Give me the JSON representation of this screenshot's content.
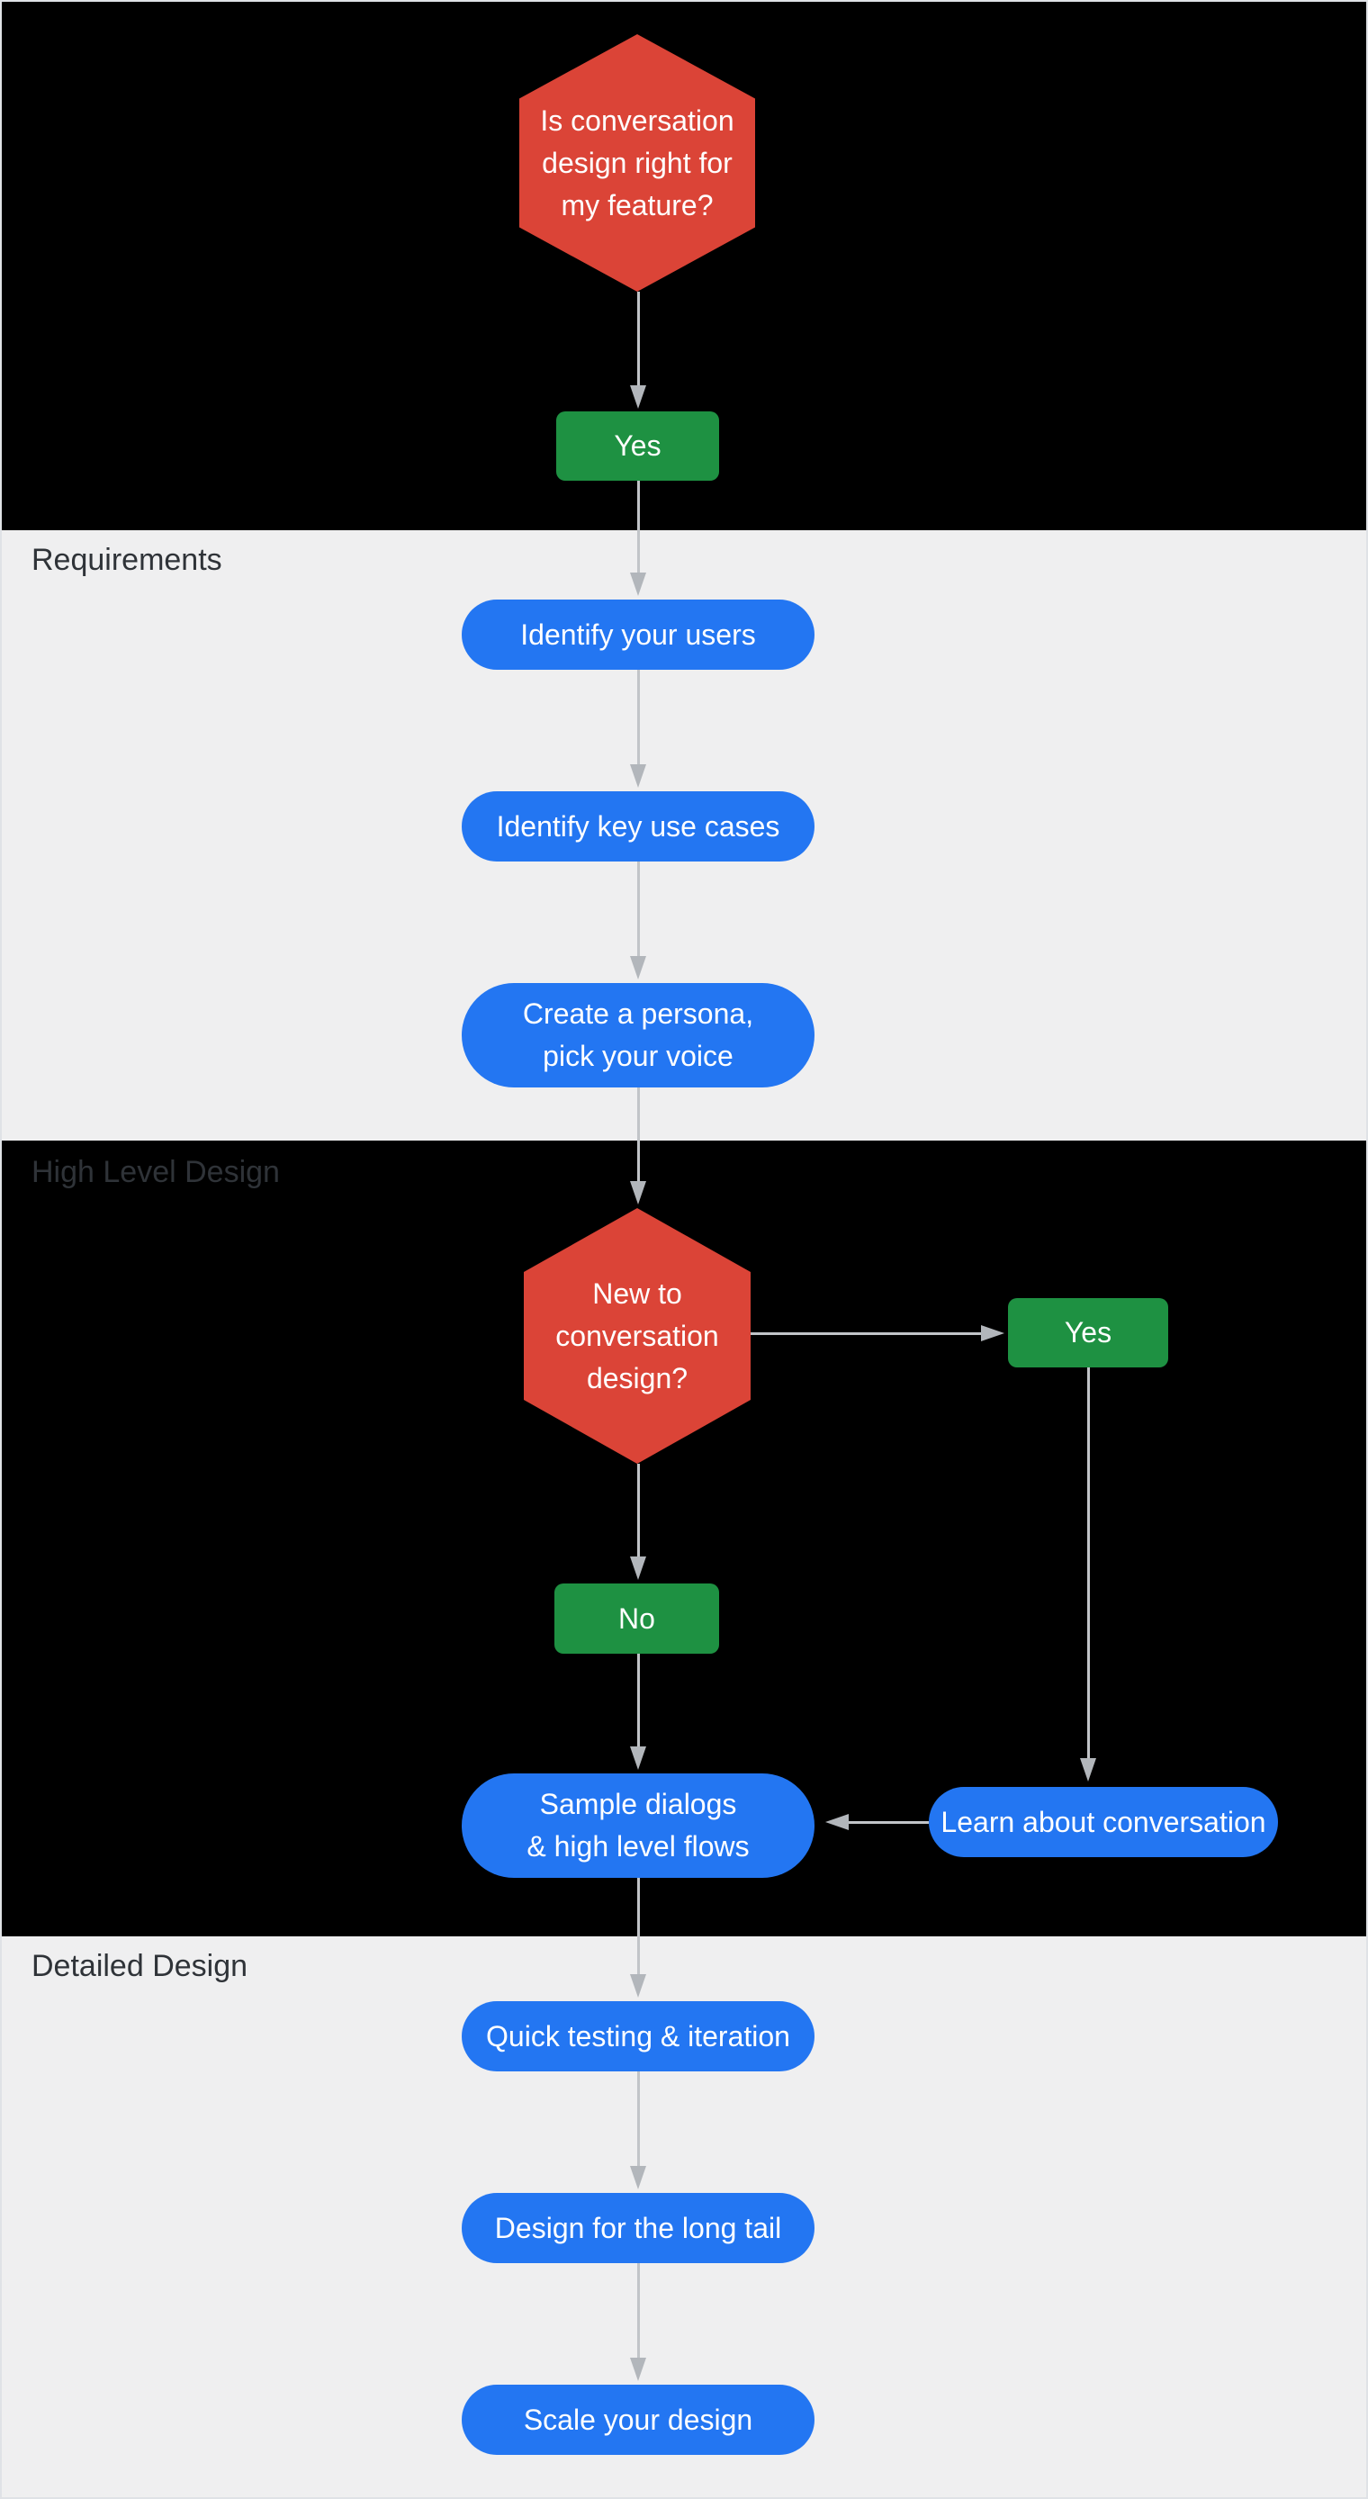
{
  "colors": {
    "red": "#db4437",
    "green": "#1e9142",
    "blue": "#2376f2",
    "light_bg": "#efeff0",
    "dark_bg": "#000000",
    "arrow_line": "#c1c4c8",
    "arrow_head": "#b2b6bb",
    "label": "#2f3338"
  },
  "sections": {
    "requirements_label": "Requirements",
    "high_level_label": "High Level Design",
    "detailed_label": "Detailed Design"
  },
  "nodes": {
    "decision_start": "Is conversation\ndesign right for\nmy feature?",
    "yes_start": "Yes",
    "identify_users": "Identify your users",
    "identify_use_cases": "Identify key use cases",
    "create_persona": "Create a persona,\npick your voice",
    "decision_new": "New to\nconversation\ndesign?",
    "yes_new": "Yes",
    "no_new": "No",
    "sample_dialogs": "Sample dialogs\n& high level flows",
    "learn_conversation": "Learn about conversation",
    "quick_testing": "Quick testing & iteration",
    "long_tail": "Design for the long tail",
    "scale_design": "Scale your design"
  }
}
